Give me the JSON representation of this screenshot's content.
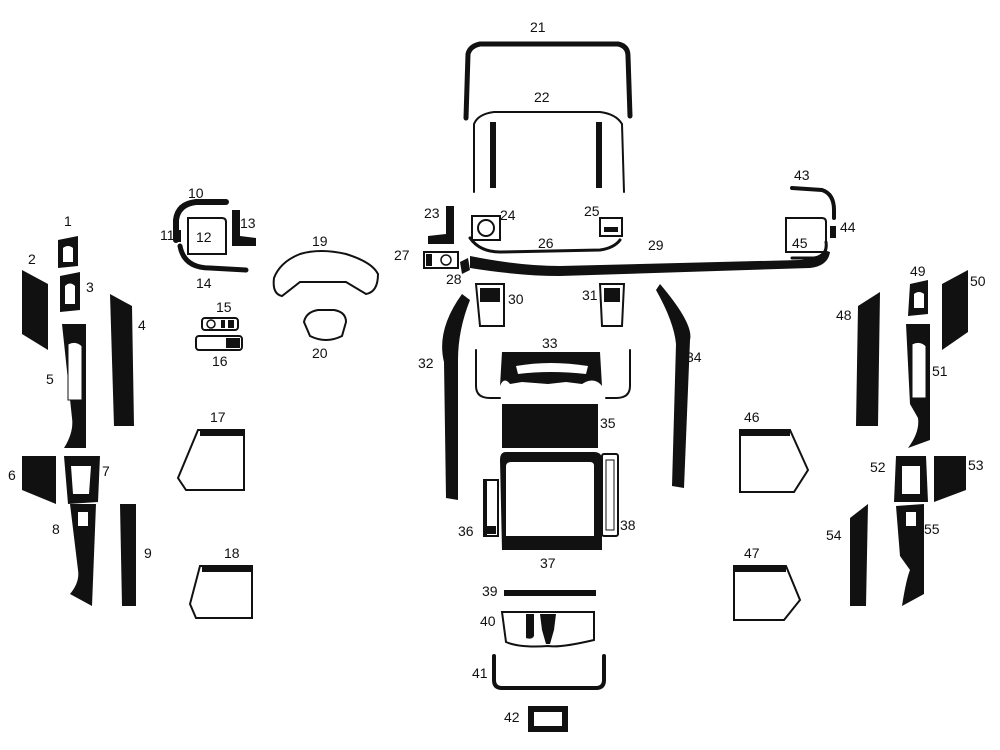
{
  "labels": {
    "p1": "1",
    "p2": "2",
    "p3": "3",
    "p4": "4",
    "p5": "5",
    "p6": "6",
    "p7": "7",
    "p8": "8",
    "p9": "9",
    "p10": "10",
    "p11": "11",
    "p12": "12",
    "p13": "13",
    "p14": "14",
    "p15": "15",
    "p16": "16",
    "p17": "17",
    "p18": "18",
    "p19": "19",
    "p20": "20",
    "p21": "21",
    "p22": "22",
    "p23": "23",
    "p24": "24",
    "p25": "25",
    "p26": "26",
    "p27": "27",
    "p28": "28",
    "p29": "29",
    "p30": "30",
    "p31": "31",
    "p32": "32",
    "p33": "33",
    "p34": "34",
    "p35": "35",
    "p36": "36",
    "p37": "37",
    "p38": "38",
    "p39": "39",
    "p40": "40",
    "p41": "41",
    "p42": "42",
    "p43": "43",
    "p44": "44",
    "p45": "45",
    "p46": "46",
    "p47": "47",
    "p48": "48",
    "p49": "49",
    "p50": "50",
    "p51": "51",
    "p52": "52",
    "p53": "53",
    "p54": "54",
    "p55": "55"
  },
  "colors": {
    "ink": "#111111",
    "background": "#ffffff"
  }
}
